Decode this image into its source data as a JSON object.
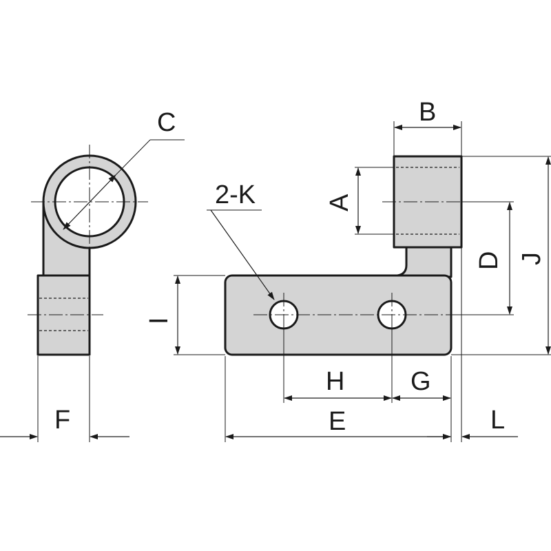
{
  "drawing": {
    "labels": {
      "A": "A",
      "B": "B",
      "C": "C",
      "D": "D",
      "E": "E",
      "F": "F",
      "G": "G",
      "H": "H",
      "I": "I",
      "J": "J",
      "L": "L",
      "K": "2-K"
    }
  }
}
